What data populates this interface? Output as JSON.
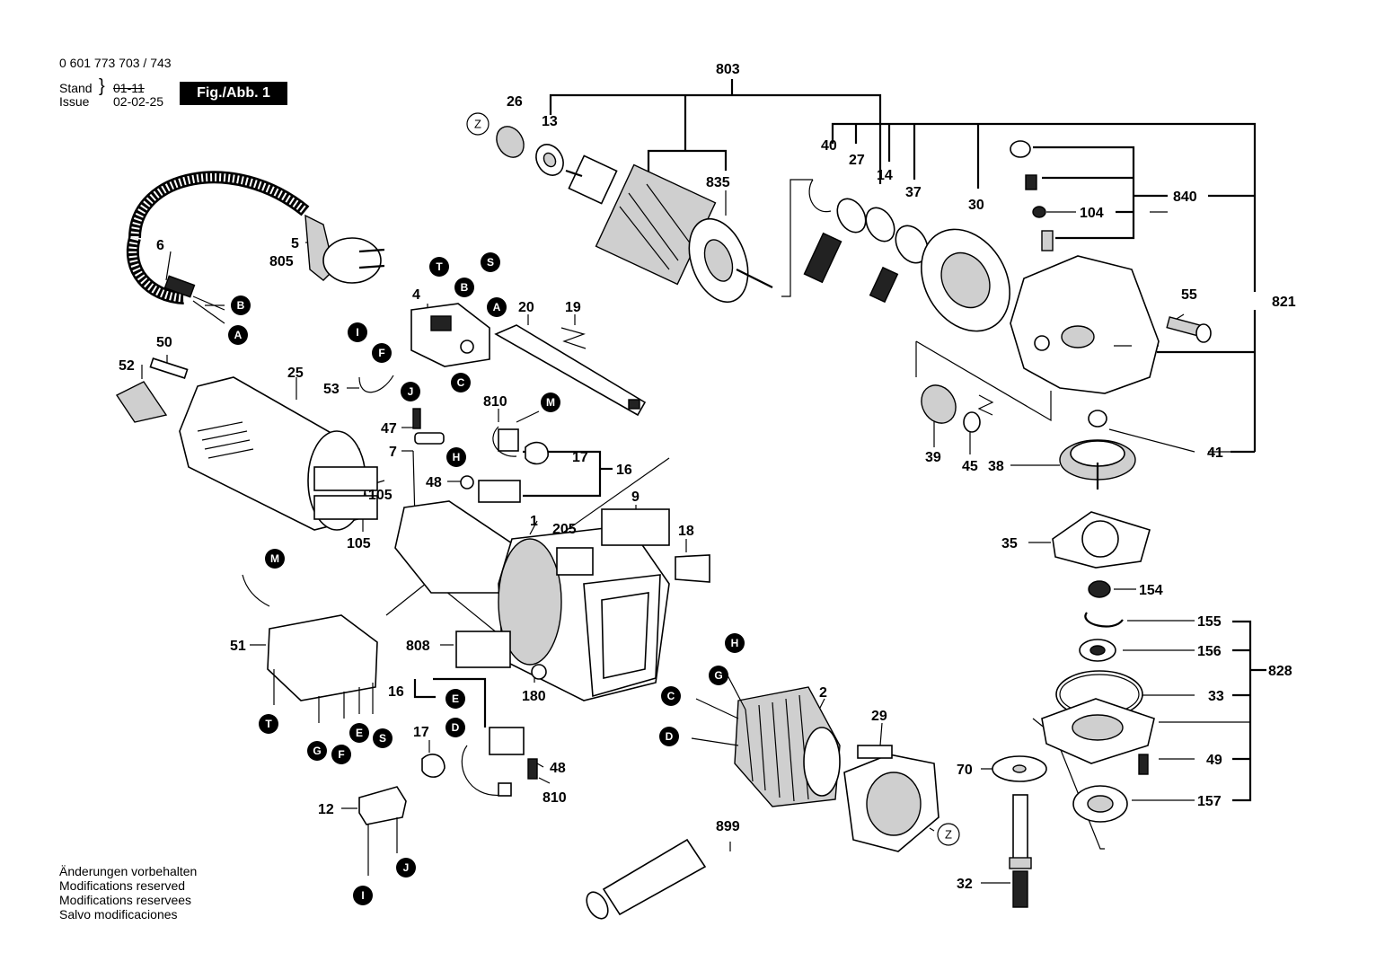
{
  "header": {
    "doc_number": "0 601 773 703 / 743",
    "stand_label": "Stand",
    "issue_label": "Issue",
    "stand_value": "01-11",
    "issue_value": "02-02-25",
    "figure_badge": "Fig./Abb. 1"
  },
  "notes": [
    "Änderungen vorbehalten",
    "Modifications reserved",
    "Modifications reservees",
    "Salvo modificaciones"
  ],
  "part_numbers": {
    "p803": "803",
    "p26": "26",
    "p13": "13",
    "p835": "835",
    "p40": "40",
    "p27": "27",
    "p14": "14",
    "p37": "37",
    "p30": "30",
    "p840": "840",
    "p104": "104",
    "p821": "821",
    "p55": "55",
    "p6": "6",
    "p5": "5",
    "p805": "805",
    "p4": "4",
    "p20": "20",
    "p19": "19",
    "p50": "50",
    "p52": "52",
    "p25": "25",
    "p53": "53",
    "p810a": "810",
    "p47": "47",
    "p7": "7",
    "p17a": "17",
    "p16a": "16",
    "p48a": "48",
    "p105a": "105",
    "p105b": "105",
    "p39": "39",
    "p45": "45",
    "p41": "41",
    "p38": "38",
    "p35": "35",
    "p154": "154",
    "p155": "155",
    "p156": "156",
    "p828": "828",
    "p33": "33",
    "p49": "49",
    "p157": "157",
    "p70": "70",
    "p32": "32",
    "p9": "9",
    "p1": "1",
    "p205": "205",
    "p18": "18",
    "p808": "808",
    "p180": "180",
    "p51": "51",
    "p16b": "16",
    "p17b": "17",
    "p48b": "48",
    "p810b": "810",
    "p12": "12",
    "p2": "2",
    "p29": "29",
    "p899": "899"
  },
  "connector_letters": {
    "B1": "B",
    "A1": "A",
    "T1": "T",
    "S1": "S",
    "B2": "B",
    "A2": "A",
    "I1": "I",
    "F1": "F",
    "J1": "J",
    "C1": "C",
    "M1": "M",
    "H1": "H",
    "M2": "M",
    "T2": "T",
    "G1": "G",
    "F2": "F",
    "E1": "E",
    "S2": "S",
    "E2": "E",
    "D1": "D",
    "H2": "H",
    "G2": "G",
    "C2": "C",
    "D2": "D",
    "I2": "I",
    "J2": "J",
    "Z1": "Z",
    "Z2": "Z"
  }
}
